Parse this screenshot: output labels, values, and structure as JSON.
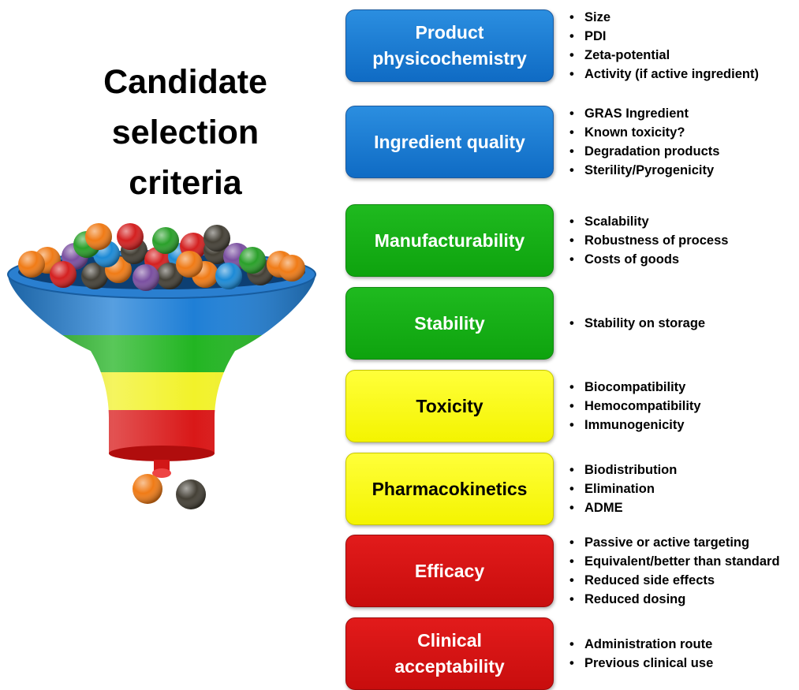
{
  "title_lines": [
    "Candidate",
    "selection",
    "criteria"
  ],
  "criteria": [
    {
      "label": "Product\nphysicochemistry",
      "color": "blue",
      "bullets": [
        "Size",
        "PDI",
        "Zeta-potential",
        "Activity (if active ingredient)"
      ]
    },
    {
      "label": "Ingredient quality",
      "color": "blue",
      "bullets": [
        "GRAS Ingredient",
        "Known toxicity?",
        "Degradation products",
        "Sterility/Pyrogenicity"
      ]
    },
    {
      "label": "Manufacturability",
      "color": "green",
      "bullets": [
        "Scalability",
        "Robustness of process",
        "Costs of goods"
      ]
    },
    {
      "label": "Stability",
      "color": "green",
      "bullets": [
        "Stability on storage"
      ]
    },
    {
      "label": "Toxicity",
      "color": "yellow",
      "bullets": [
        "Biocompatibility",
        "Hemocompatibility",
        "Immunogenicity"
      ]
    },
    {
      "label": "Pharmacokinetics",
      "color": "yellow",
      "bullets": [
        "Biodistribution",
        "Elimination",
        "ADME"
      ]
    },
    {
      "label": "Efficacy",
      "color": "red",
      "bullets": [
        "Passive or active targeting",
        "Equivalent/better than standard",
        "Reduced side effects",
        "Reduced dosing"
      ]
    },
    {
      "label": "Clinical\nacceptability",
      "color": "red",
      "bullets": [
        "Administration route",
        "Previous clinical use"
      ]
    }
  ],
  "funnel_colors": {
    "blue": "#1f7fd6",
    "green": "#22b522",
    "yellow": "#f2f22a",
    "red": "#d91818"
  },
  "ball_colors": [
    "#f07b16",
    "#7a4fa0",
    "#444036",
    "#d42020",
    "#1c8ad6",
    "#2aa02a"
  ]
}
